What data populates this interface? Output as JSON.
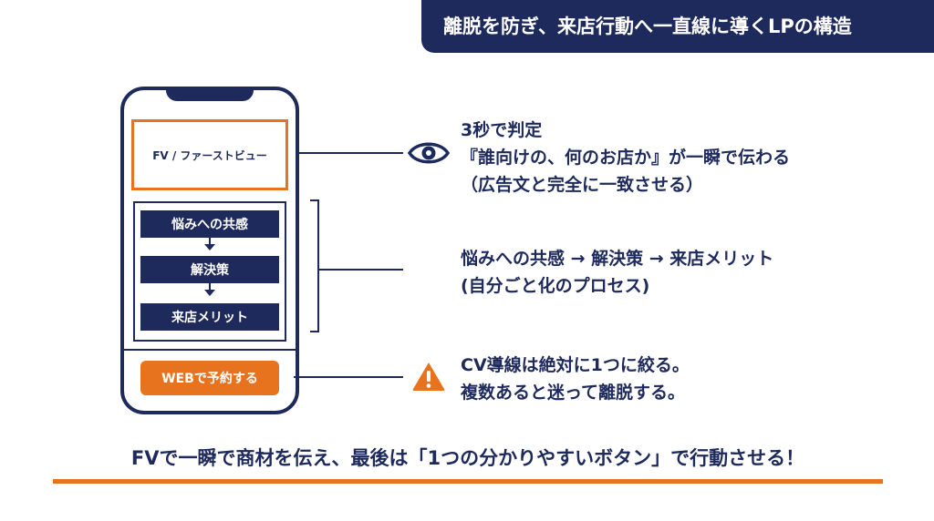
{
  "header": {
    "title": "離脱を防ぎ、来店行動へ一直線に導くLPの構造"
  },
  "phone": {
    "fv_label": "FV / ファーストビュー",
    "flow_steps": [
      "悩みへの共感",
      "解決策",
      "来店メリット"
    ],
    "cv_button_label": "WEBで予約する"
  },
  "sections": {
    "fv": {
      "icon": "eye-icon",
      "lines": [
        "3秒で判定",
        "『誰向けの、何のお店か』が一瞬で伝わる",
        "（広告文と完全に一致させる）"
      ]
    },
    "flow": {
      "lines": [
        "悩みへの共感 → 解決策 → 来店メリット",
        "(自分ごと化のプロセス)"
      ]
    },
    "cv": {
      "icon": "warning-icon",
      "lines": [
        "CV導線は絶対に1つに絞る。",
        "複数あると迷って離脱する。"
      ]
    }
  },
  "footer": {
    "text": "FVで一瞬で商材を伝え、最後は「1つの分かりやすいボタン」で行動させる！"
  },
  "colors": {
    "navy": "#1f2a5c",
    "orange": "#e8731e",
    "background": "#ffffff"
  }
}
